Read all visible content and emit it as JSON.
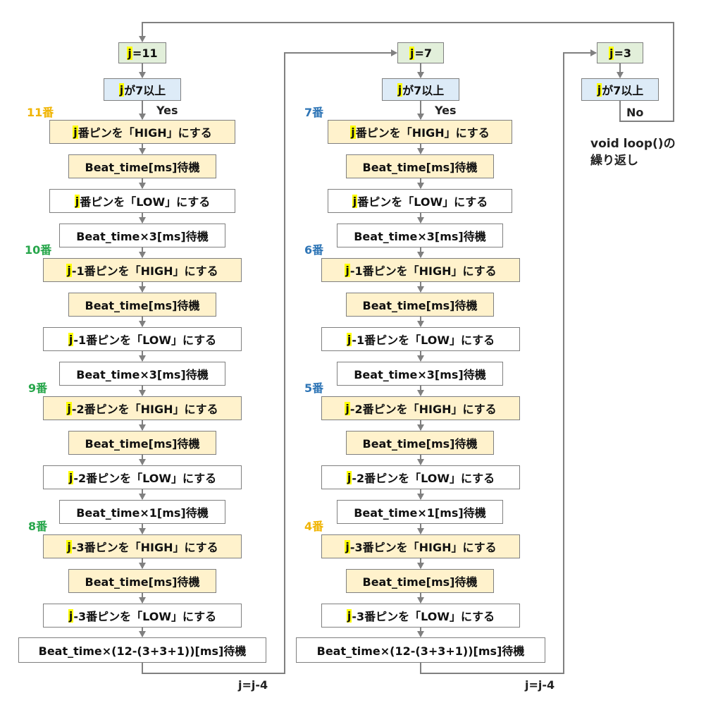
{
  "columns": [
    {
      "init": {
        "var": "j",
        "rest": "=11"
      },
      "cond": {
        "var": "j",
        "rest": "が7以上"
      },
      "yes": "Yes",
      "groups": [
        {
          "pin": "11番",
          "pin_color": "#f0b400",
          "high": {
            "var": "j",
            "rest": "番ピンを「HIGH」にする"
          },
          "wait": "Beat_time[ms]待機",
          "low": {
            "var": "j",
            "rest": "番ピンを「LOW」にする"
          },
          "after": "Beat_time×3[ms]待機"
        },
        {
          "pin": "10番",
          "pin_color": "#27a64b",
          "high": {
            "var": "j",
            "rest": "-1番ピンを「HIGH」にする"
          },
          "wait": "Beat_time[ms]待機",
          "low": {
            "var": "j",
            "rest": "-1番ピンを「LOW」にする"
          },
          "after": "Beat_time×3[ms]待機"
        },
        {
          "pin": "9番",
          "pin_color": "#27a64b",
          "high": {
            "var": "j",
            "rest": "-2番ピンを「HIGH」にする"
          },
          "wait": "Beat_time[ms]待機",
          "low": {
            "var": "j",
            "rest": "-2番ピンを「LOW」にする"
          },
          "after": "Beat_time×1[ms]待機"
        },
        {
          "pin": "8番",
          "pin_color": "#27a64b",
          "high": {
            "var": "j",
            "rest": "-3番ピンを「HIGH」にする"
          },
          "wait": "Beat_time[ms]待機",
          "low": {
            "var": "j",
            "rest": "-3番ピンを「LOW」にする"
          },
          "after": "Beat_time×(12-(3+3+1))[ms]待機"
        }
      ],
      "update": "j=j-4"
    },
    {
      "init": {
        "var": "j",
        "rest": "=7"
      },
      "cond": {
        "var": "j",
        "rest": "が7以上"
      },
      "yes": "Yes",
      "groups": [
        {
          "pin": "7番",
          "pin_color": "#2e75b6",
          "high": {
            "var": "j",
            "rest": "番ピンを「HIGH」にする"
          },
          "wait": "Beat_time[ms]待機",
          "low": {
            "var": "j",
            "rest": "番ピンを「LOW」にする"
          },
          "after": "Beat_time×3[ms]待機"
        },
        {
          "pin": "6番",
          "pin_color": "#2e75b6",
          "high": {
            "var": "j",
            "rest": "-1番ピンを「HIGH」にする"
          },
          "wait": "Beat_time[ms]待機",
          "low": {
            "var": "j",
            "rest": "-1番ピンを「LOW」にする"
          },
          "after": "Beat_time×3[ms]待機"
        },
        {
          "pin": "5番",
          "pin_color": "#2e75b6",
          "high": {
            "var": "j",
            "rest": "-2番ピンを「HIGH」にする"
          },
          "wait": "Beat_time[ms]待機",
          "low": {
            "var": "j",
            "rest": "-2番ピンを「LOW」にする"
          },
          "after": "Beat_time×1[ms]待機"
        },
        {
          "pin": "4番",
          "pin_color": "#f0b400",
          "high": {
            "var": "j",
            "rest": "-3番ピンを「HIGH」にする"
          },
          "wait": "Beat_time[ms]待機",
          "low": {
            "var": "j",
            "rest": "-3番ピンを「LOW」にする"
          },
          "after": "Beat_time×(12-(3+3+1))[ms]待機"
        }
      ],
      "update": "j=j-4"
    },
    {
      "init": {
        "var": "j",
        "rest": "=3"
      },
      "cond": {
        "var": "j",
        "rest": "が7以上"
      },
      "no": "No"
    }
  ],
  "loop_note": {
    "line1": "void loop()の",
    "line2": "繰り返し"
  },
  "colors": {
    "init_fill": "#e2efda",
    "cond_fill": "#ddebf7",
    "action_fill": "#fff2cc",
    "highlight": "#ffff00",
    "line": "#808080"
  }
}
